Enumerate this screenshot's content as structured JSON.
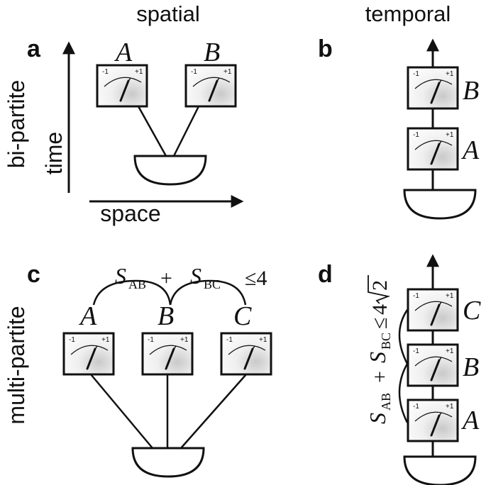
{
  "headers": {
    "spatial": "spatial",
    "temporal": "temporal"
  },
  "row_labels": {
    "bipartite": "bi-partite",
    "multipartite": "multi-partite"
  },
  "panels": {
    "a": "a",
    "b": "b",
    "c": "c",
    "d": "d"
  },
  "axes": {
    "time": "time",
    "space": "space"
  },
  "variables": {
    "A": "A",
    "B": "B",
    "C": "C"
  },
  "meter": {
    "min_label": "-1",
    "max_label": "+1"
  },
  "inequality_c": {
    "s": "S",
    "sub_ab": "AB",
    "plus": "+",
    "sub_bc": "BC",
    "bound": "≤4"
  },
  "inequality_d": {
    "s": "S",
    "sub_ab": "AB",
    "plus": "+",
    "sub_bc": "BC",
    "leq": "≤",
    "bound_num": "4",
    "sqrt_arg": "2"
  }
}
